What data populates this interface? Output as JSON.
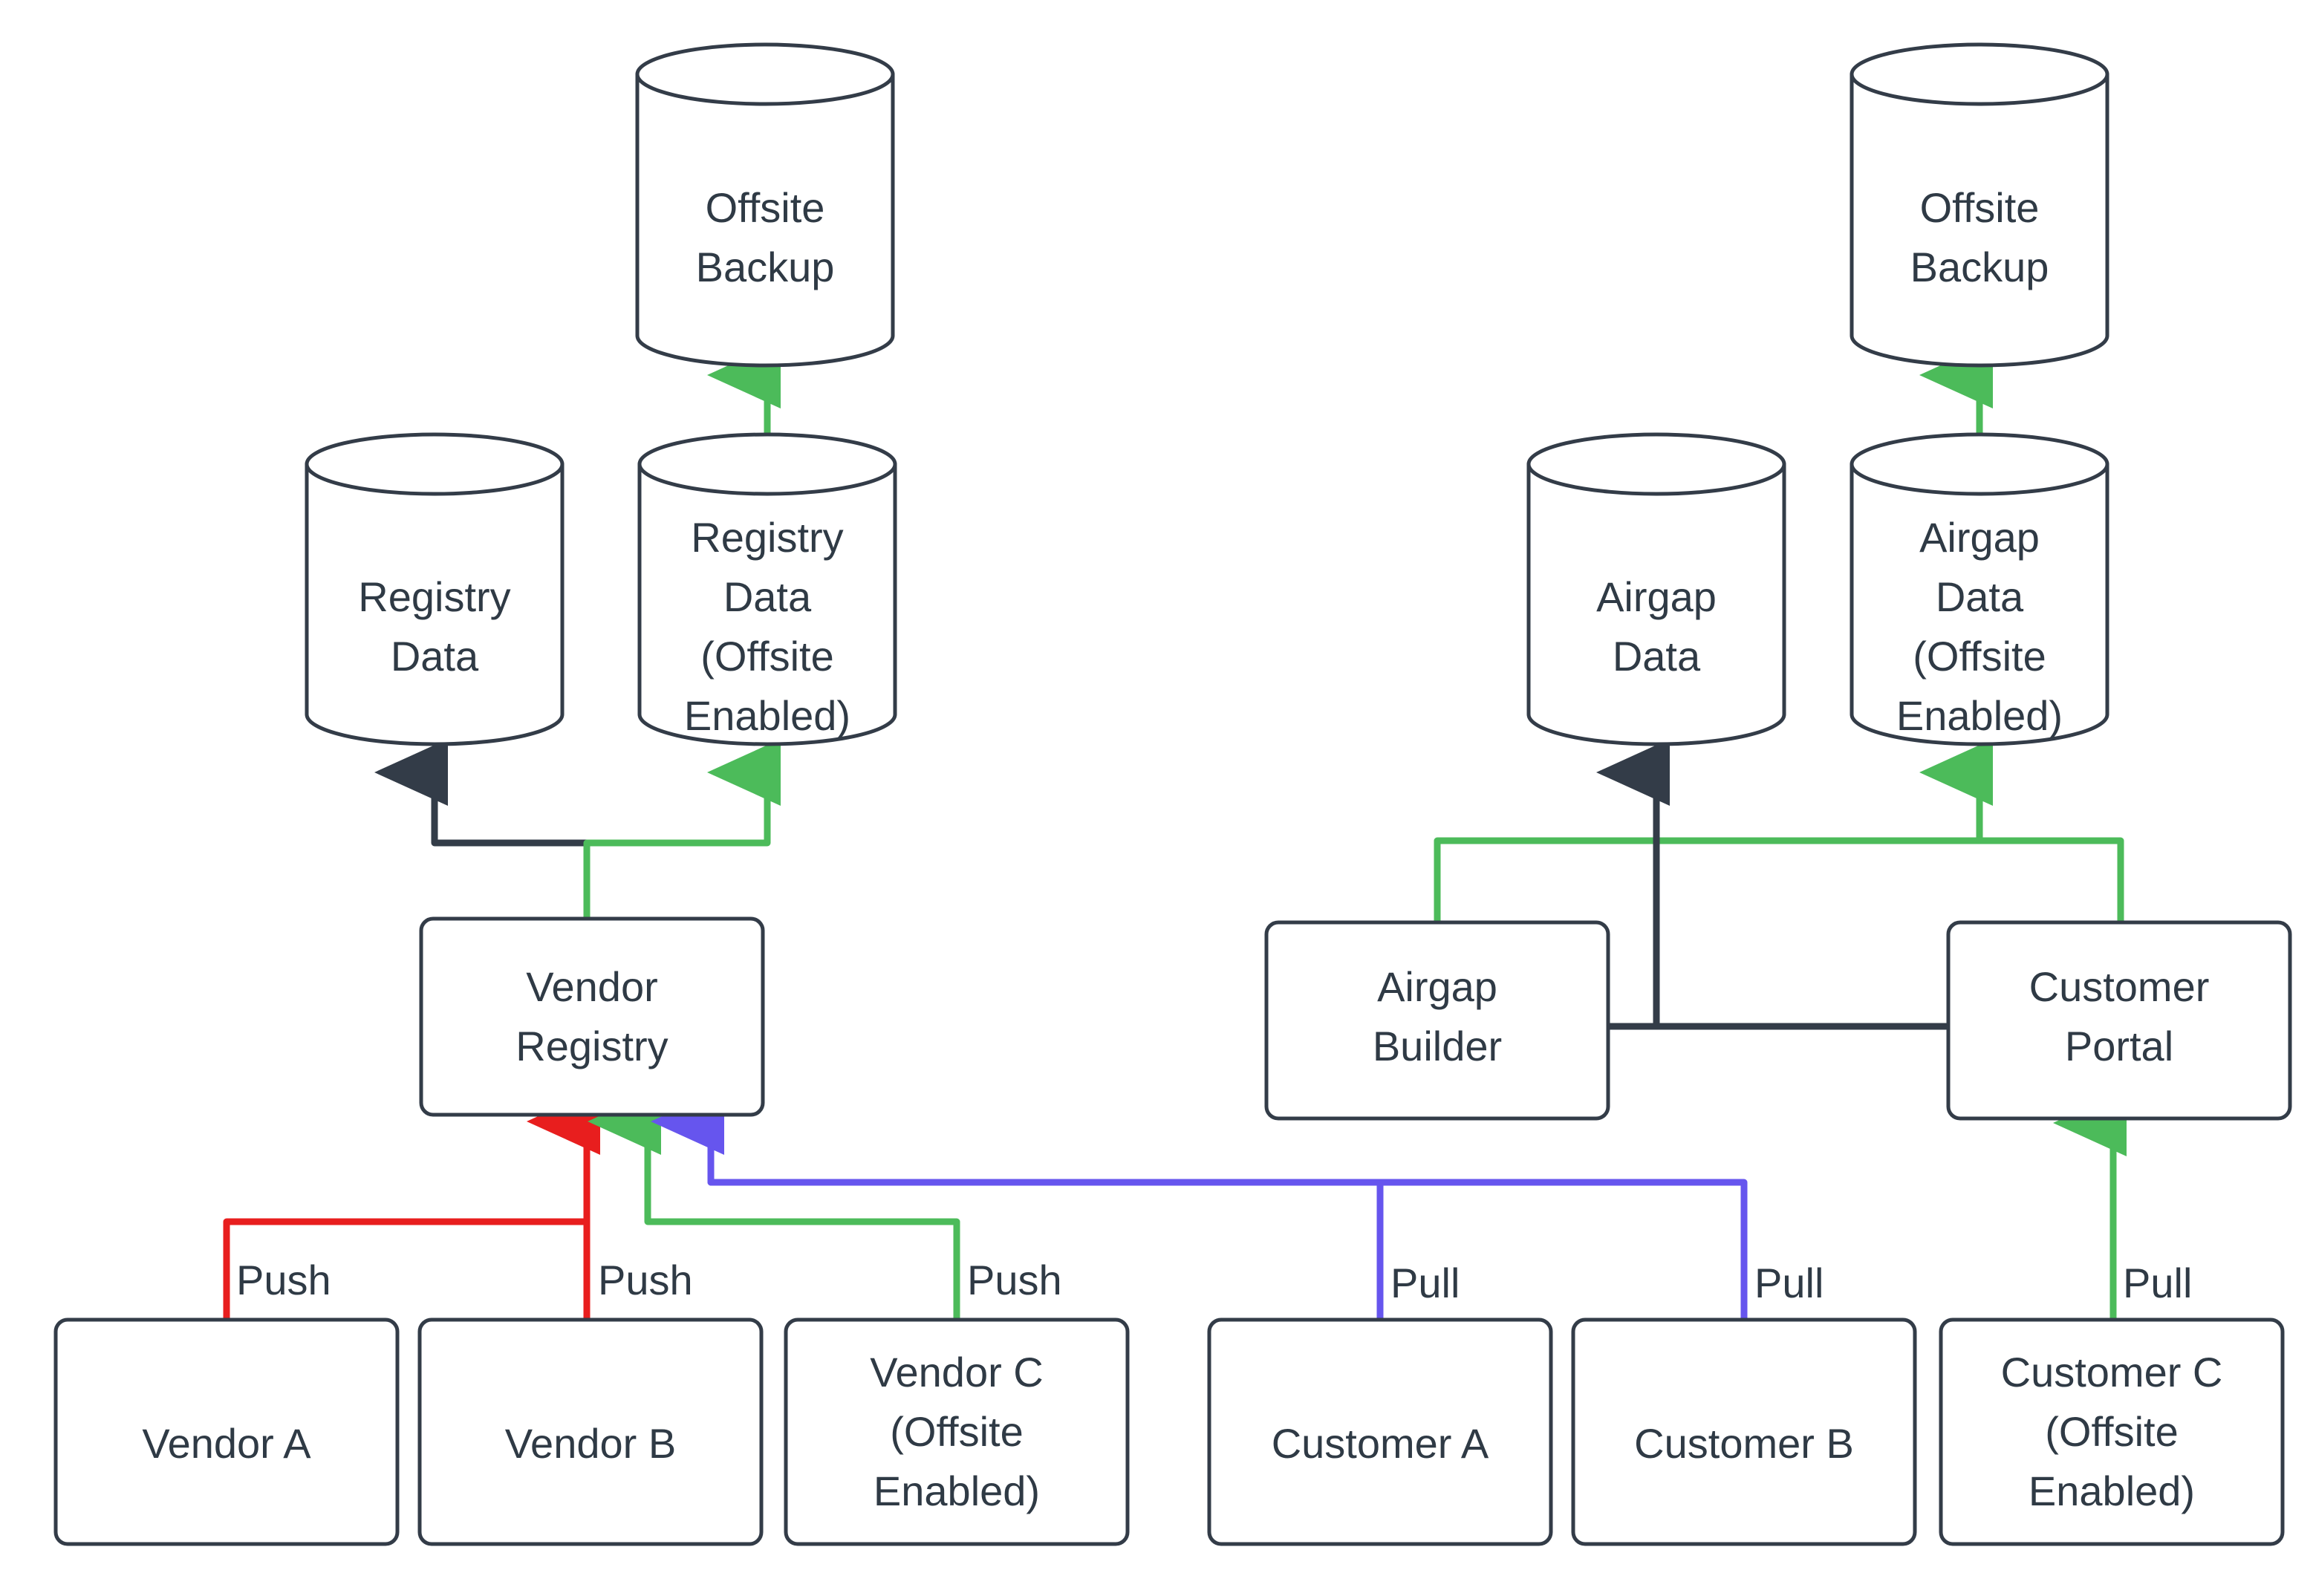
{
  "diagram": {
    "type": "flowchart",
    "title": "Vendor and Customer Registry Data Flow",
    "colors": {
      "node_stroke": "#333c48",
      "node_fill": "#ffffff",
      "text": "#2f3a45",
      "edge_default": "#333c48",
      "edge_push_red": "#e81e1e",
      "edge_offsite_green": "#4cbb5a",
      "edge_pull_purple": "#6655ee",
      "background": "#ffffff"
    },
    "nodes": [
      {
        "id": "offsite-backup-left",
        "shape": "cylinder",
        "lines": [
          "Offsite",
          "Backup"
        ]
      },
      {
        "id": "offsite-backup-right",
        "shape": "cylinder",
        "lines": [
          "Offsite",
          "Backup"
        ]
      },
      {
        "id": "registry-data",
        "shape": "cylinder",
        "lines": [
          "Registry",
          "Data"
        ]
      },
      {
        "id": "registry-data-offsite",
        "shape": "cylinder",
        "lines": [
          "Registry",
          "Data",
          "(Offsite",
          "Enabled)"
        ]
      },
      {
        "id": "airgap-data",
        "shape": "cylinder",
        "lines": [
          "Airgap",
          "Data"
        ]
      },
      {
        "id": "airgap-data-offsite",
        "shape": "cylinder",
        "lines": [
          "Airgap",
          "Data",
          "(Offsite",
          "Enabled)"
        ]
      },
      {
        "id": "vendor-registry",
        "shape": "rect",
        "lines": [
          "Vendor",
          "Registry"
        ]
      },
      {
        "id": "airgap-builder",
        "shape": "rect",
        "lines": [
          "Airgap",
          "Builder"
        ]
      },
      {
        "id": "customer-portal",
        "shape": "rect",
        "lines": [
          "Customer",
          "Portal"
        ]
      },
      {
        "id": "vendor-a",
        "shape": "rect",
        "lines": [
          "Vendor A"
        ]
      },
      {
        "id": "vendor-b",
        "shape": "rect",
        "lines": [
          "Vendor B"
        ]
      },
      {
        "id": "vendor-c",
        "shape": "rect",
        "lines": [
          "Vendor C",
          "(Offsite",
          "Enabled)"
        ]
      },
      {
        "id": "customer-a",
        "shape": "rect",
        "lines": [
          "Customer A"
        ]
      },
      {
        "id": "customer-b",
        "shape": "rect",
        "lines": [
          "Customer B"
        ]
      },
      {
        "id": "customer-c",
        "shape": "rect",
        "lines": [
          "Customer C",
          "(Offsite",
          "Enabled)"
        ]
      }
    ],
    "edges": [
      {
        "id": "vendor-a-push",
        "from": "vendor-a",
        "to": "vendor-registry",
        "label": "Push",
        "color": "#e81e1e"
      },
      {
        "id": "vendor-b-push",
        "from": "vendor-b",
        "to": "vendor-registry",
        "label": "Push",
        "color": "#e81e1e"
      },
      {
        "id": "vendor-c-push",
        "from": "vendor-c",
        "to": "vendor-registry",
        "label": "Push",
        "color": "#4cbb5a"
      },
      {
        "id": "customer-a-pull",
        "from": "customer-a",
        "to": "vendor-registry",
        "label": "Pull",
        "color": "#6655ee"
      },
      {
        "id": "customer-b-pull",
        "from": "customer-b",
        "to": "vendor-registry",
        "label": "Pull",
        "color": "#6655ee"
      },
      {
        "id": "customer-c-pull",
        "from": "customer-c",
        "to": "customer-portal",
        "label": "Pull",
        "color": "#4cbb5a"
      },
      {
        "id": "registry-to-data",
        "from": "vendor-registry",
        "to": "registry-data",
        "label": "",
        "color": "#333c48"
      },
      {
        "id": "registry-to-data-offsite",
        "from": "vendor-registry",
        "to": "registry-data-offsite",
        "label": "",
        "color": "#4cbb5a"
      },
      {
        "id": "registry-offsite-backup",
        "from": "registry-data-offsite",
        "to": "offsite-backup-left",
        "label": "",
        "color": "#4cbb5a"
      },
      {
        "id": "airgap-builder-to-data",
        "from": "airgap-builder",
        "to": "airgap-data",
        "label": "",
        "color": "#333c48"
      },
      {
        "id": "portal-to-airgap-data",
        "from": "customer-portal",
        "to": "airgap-data",
        "label": "",
        "color": "#333c48"
      },
      {
        "id": "airgap-builder-offsite",
        "from": "airgap-builder",
        "to": "airgap-data-offsite",
        "label": "",
        "color": "#4cbb5a"
      },
      {
        "id": "portal-offsite",
        "from": "customer-portal",
        "to": "airgap-data-offsite",
        "label": "",
        "color": "#4cbb5a"
      },
      {
        "id": "airgap-offsite-backup",
        "from": "airgap-data-offsite",
        "to": "offsite-backup-right",
        "label": "",
        "color": "#4cbb5a"
      }
    ],
    "labels": {
      "push_1": "Push",
      "push_2": "Push",
      "push_3": "Push",
      "pull_1": "Pull",
      "pull_2": "Pull",
      "pull_3": "Pull"
    },
    "node_text": {
      "offsite_backup_left": {
        "l1": "Offsite",
        "l2": "Backup"
      },
      "offsite_backup_right": {
        "l1": "Offsite",
        "l2": "Backup"
      },
      "registry_data": {
        "l1": "Registry",
        "l2": "Data"
      },
      "registry_data_offsite": {
        "l1": "Registry",
        "l2": "Data",
        "l3": "(Offsite",
        "l4": "Enabled)"
      },
      "airgap_data": {
        "l1": "Airgap",
        "l2": "Data"
      },
      "airgap_data_offsite": {
        "l1": "Airgap",
        "l2": "Data",
        "l3": "(Offsite",
        "l4": "Enabled)"
      },
      "vendor_registry": {
        "l1": "Vendor",
        "l2": "Registry"
      },
      "airgap_builder": {
        "l1": "Airgap",
        "l2": "Builder"
      },
      "customer_portal": {
        "l1": "Customer",
        "l2": "Portal"
      },
      "vendor_a": {
        "l1": "Vendor A"
      },
      "vendor_b": {
        "l1": "Vendor B"
      },
      "vendor_c": {
        "l1": "Vendor C",
        "l2": "(Offsite",
        "l3": "Enabled)"
      },
      "customer_a": {
        "l1": "Customer A"
      },
      "customer_b": {
        "l1": "Customer B"
      },
      "customer_c": {
        "l1": "Customer C",
        "l2": "(Offsite",
        "l3": "Enabled)"
      }
    }
  }
}
